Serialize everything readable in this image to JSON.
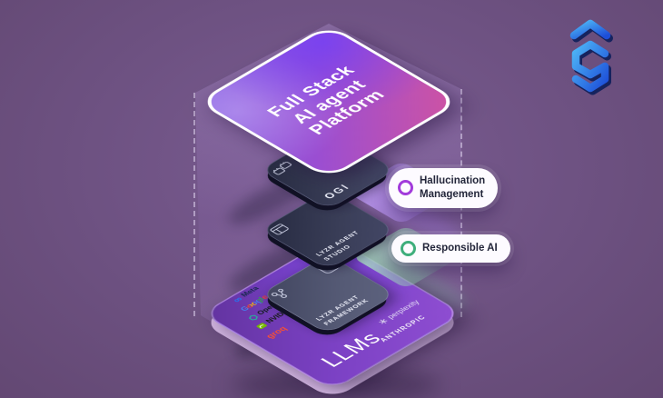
{
  "background": {
    "color": "#6d5181"
  },
  "brand": {
    "logo": "hexagonal-S-monogram",
    "color_start": "#4db5f7",
    "color_end": "#1d4ed8"
  },
  "platform": {
    "lines": [
      "Full Stack",
      "AI agent",
      "Platform"
    ]
  },
  "layers": {
    "ogi": {
      "label": "OGI"
    },
    "studio": {
      "lines": [
        "LYZR AGENT",
        "STUDIO"
      ]
    },
    "framework": {
      "lines": [
        "LYZR AGENT",
        "FRAMEWORK"
      ]
    }
  },
  "llms": {
    "label": "LLMs",
    "left_logos": [
      {
        "label": "Meta",
        "icon": "meta-infinity-icon"
      },
      {
        "label": "Google",
        "icon": "google-wordmark"
      },
      {
        "label": "OpenAI",
        "icon": "openai-knot-icon"
      },
      {
        "label": "NVIDIA",
        "icon": "nvidia-eye-icon"
      },
      {
        "label": "groq",
        "icon": "groq-wordmark"
      }
    ],
    "right_logos": [
      {
        "label": "perplexity",
        "icon": "perplexity-star-icon"
      },
      {
        "label": "ANTHROPIC",
        "icon": "anthropic-wordmark"
      }
    ]
  },
  "callouts": [
    {
      "lines": [
        "Hallucination",
        "Management"
      ],
      "dot_color": "#a23bdb"
    },
    {
      "lines": [
        "Responsible AI"
      ],
      "dot_color": "#3fae7c"
    }
  ]
}
